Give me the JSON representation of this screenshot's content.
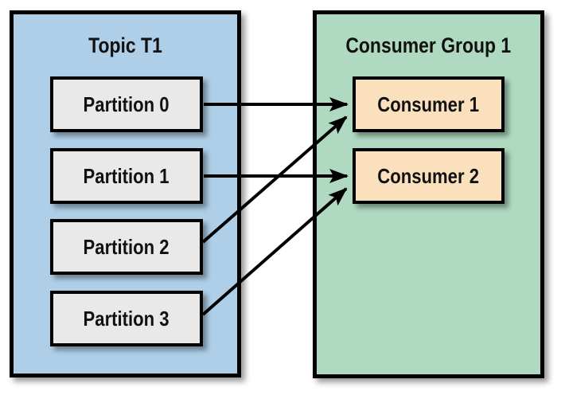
{
  "topic": {
    "title": "Topic T1",
    "partitions": [
      "Partition 0",
      "Partition 1",
      "Partition 2",
      "Partition 3"
    ]
  },
  "consumer_group": {
    "title": "Consumer Group 1",
    "consumers": [
      "Consumer 1",
      "Consumer 2"
    ]
  },
  "connections": [
    {
      "from": "Partition 0",
      "to": "Consumer 1"
    },
    {
      "from": "Partition 1",
      "to": "Consumer 2"
    },
    {
      "from": "Partition 2",
      "to": "Consumer 1"
    },
    {
      "from": "Partition 3",
      "to": "Consumer 2"
    }
  ],
  "colors": {
    "topic_bg": "#AFCFE8",
    "consumer_group_bg": "#AFDAC1",
    "partition_bg": "#E9E9E9",
    "consumer_bg": "#FBE0BE",
    "border": "#000000",
    "arrow": "#000000"
  }
}
